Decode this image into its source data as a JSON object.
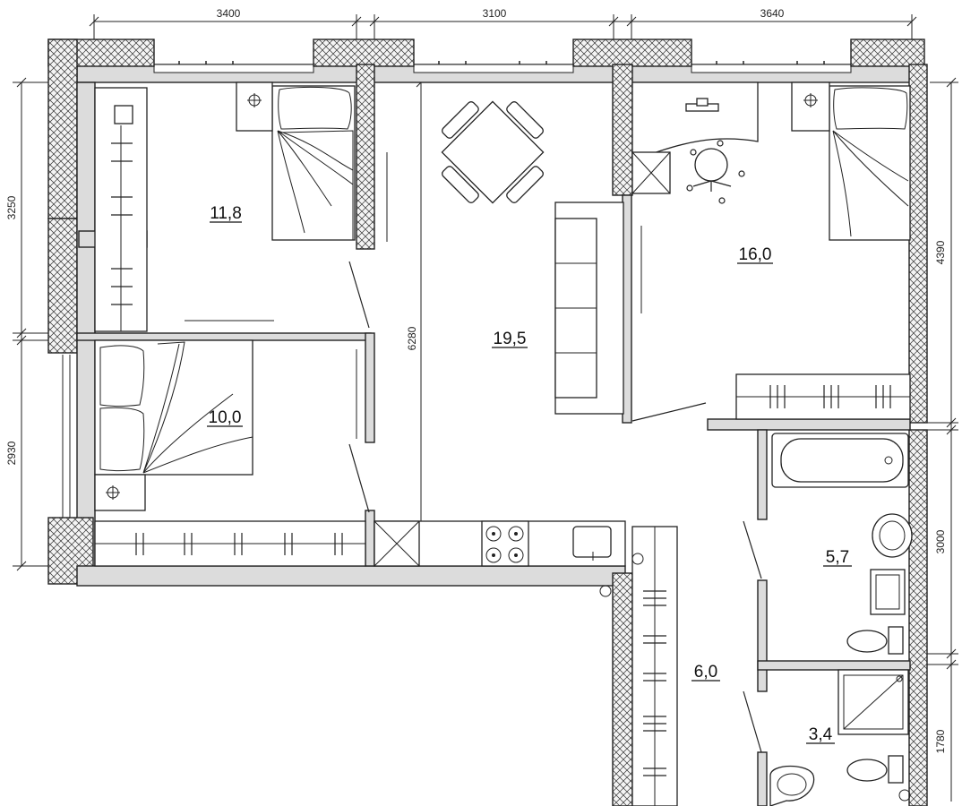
{
  "dimensions": {
    "top": [
      "3400",
      "3100",
      "3640"
    ],
    "left": [
      "3250",
      "2930"
    ],
    "right": [
      "4390",
      "3000",
      "1780"
    ],
    "inner": "6280"
  },
  "rooms": [
    {
      "id": "bedroom-1",
      "area": "11,8"
    },
    {
      "id": "bedroom-2",
      "area": "10,0"
    },
    {
      "id": "living",
      "area": "19,5"
    },
    {
      "id": "bedroom-3",
      "area": "16,0"
    },
    {
      "id": "bathroom",
      "area": "5,7"
    },
    {
      "id": "hall",
      "area": "6,0"
    },
    {
      "id": "wc",
      "area": "3,4"
    }
  ],
  "icons": [
    "bed-icon",
    "table-icon",
    "sofa-icon",
    "desk-icon",
    "bathtub-icon",
    "toilet-icon",
    "sink-icon",
    "shower-icon",
    "stove-icon",
    "wardrobe-icon"
  ]
}
